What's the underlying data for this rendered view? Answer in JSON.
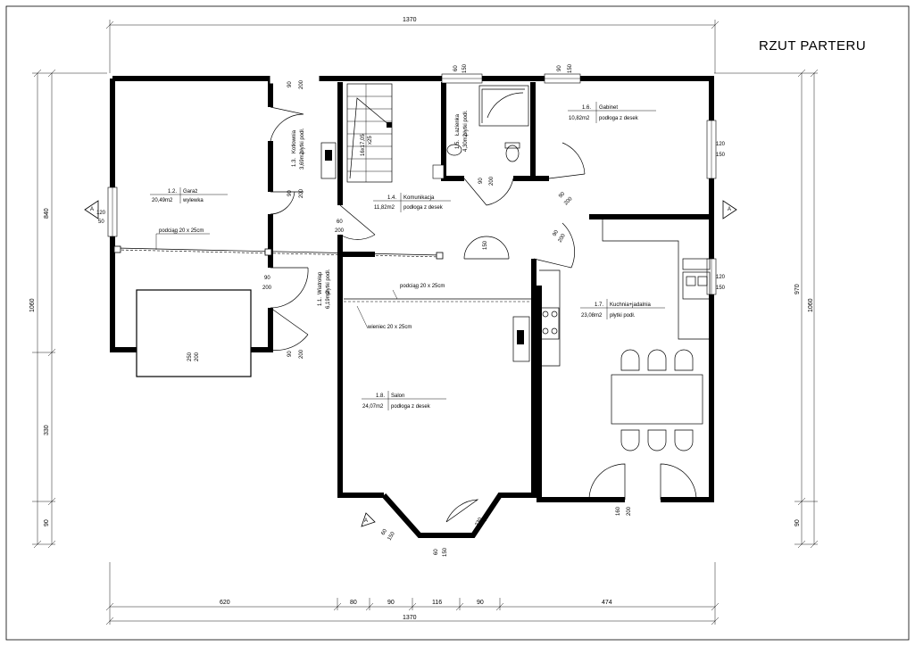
{
  "title": "RZUT PARTERU",
  "dims": {
    "top_total": "1370",
    "bottom_total": "1370",
    "bottom_segments": [
      "620",
      "80",
      "90",
      "116",
      "90",
      "474"
    ],
    "left": [
      "840",
      "1060",
      "330",
      "90"
    ],
    "right": [
      "970",
      "1060",
      "90"
    ]
  },
  "rooms": [
    {
      "id": "1.2.",
      "name": "Garaż",
      "area": "20,49m2",
      "floor": "wylewka"
    },
    {
      "id": "1.3.",
      "name": "Kotłownia",
      "area": "3,69m2",
      "floor": "płytki podł."
    },
    {
      "id": "1.4.",
      "name": "Komunikacja",
      "area": "11,82m2",
      "floor": "podłoga z desek"
    },
    {
      "id": "1.5.",
      "name": "Łazienka",
      "area": "4,30m2",
      "floor": "płytki podł."
    },
    {
      "id": "1.6.",
      "name": "Gabinet",
      "area": "10,82m2",
      "floor": "podłoga z desek"
    },
    {
      "id": "1.1.",
      "name": "Wiatrołap",
      "area": "6,19m2",
      "floor": "płytki podł."
    },
    {
      "id": "1.7.",
      "name": "Kuchnia+jadalnia",
      "area": "23,08m2",
      "floor": "płytki podł."
    },
    {
      "id": "1.8.",
      "name": "Salon",
      "area": "24,07m2",
      "floor": "podłoga z desek"
    }
  ],
  "stairs": {
    "line1": "16x17,05",
    "line2": "x25"
  },
  "beams": {
    "podciag1": "podciąg 20 x 25cm",
    "podciag2": "podciąg 20 x 25cm",
    "wieniec": "wieniec 20 x 25cm"
  },
  "openings": {
    "w_120_50": [
      "120",
      "50"
    ],
    "d_90_200_kotl": [
      "90",
      "200"
    ],
    "d_90_200_kotl2": [
      "90",
      "200"
    ],
    "w_60_150_laz": [
      "60",
      "150"
    ],
    "w_90_150_gab": [
      "90",
      "150"
    ],
    "w_120_150_gab": [
      "120",
      "150"
    ],
    "w_120_150_kuch": [
      "120",
      "150"
    ],
    "d_90_200_laz": [
      "90",
      "200"
    ],
    "d_90_200_gab": [
      "90",
      "200"
    ],
    "d_90_200_kuch": [
      "90",
      "200"
    ],
    "d_60_200_kom": [
      "60",
      "200"
    ],
    "d_90_200_wiatr": [
      "90",
      "200"
    ],
    "d_90_200_front": [
      "90",
      "200"
    ],
    "d_150_kom": [
      "150"
    ],
    "garage_door": [
      "250",
      "200"
    ],
    "d_160_200_kuch": [
      "160",
      "200"
    ],
    "w_60_150_salon": [
      "60",
      "150"
    ],
    "w_60_150_salon2": [
      "60",
      "150"
    ],
    "d_230_salon": [
      "230",
      "60"
    ]
  },
  "section_mark": "A"
}
